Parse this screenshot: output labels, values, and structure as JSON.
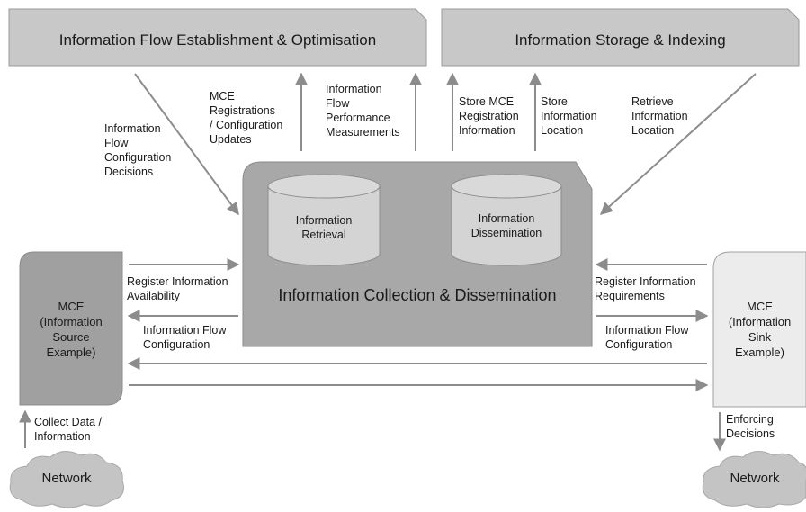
{
  "boxes": {
    "flow_establishment": "Information Flow Establishment & Optimisation",
    "storage_indexing": "Information Storage & Indexing",
    "collection_dissemination": "Information Collection & Dissemination"
  },
  "cylinders": {
    "retrieval": [
      "Information",
      "Retrieval"
    ],
    "dissemination": [
      "Information",
      "Dissemination"
    ]
  },
  "mce_source": [
    "MCE",
    "(Information",
    "Source",
    "Example)"
  ],
  "mce_sink": [
    "MCE",
    "(Information",
    "Sink",
    "Example)"
  ],
  "network": {
    "left": "Network",
    "right": "Network"
  },
  "arrow_labels": {
    "flow_config_decisions": [
      "Information",
      "Flow",
      "Configuration",
      "Decisions"
    ],
    "mce_registrations": [
      "MCE",
      "Registrations",
      "/ Configuration",
      "Updates"
    ],
    "flow_performance": [
      "Information",
      "Flow",
      "Performance",
      "Measurements"
    ],
    "store_mce_registration": [
      "Store MCE",
      "Registration",
      "Information"
    ],
    "store_information_location": [
      "Store",
      "Information",
      "Location"
    ],
    "retrieve_information_location": [
      "Retrieve",
      "Information",
      "Location"
    ],
    "register_availability": [
      "Register Information",
      "Availability"
    ],
    "flow_configuration_left": [
      "Information Flow",
      "Configuration"
    ],
    "register_requirements": [
      "Register Information",
      "Requirements"
    ],
    "flow_configuration_right": [
      "Information Flow",
      "Configuration"
    ],
    "collect_data": [
      "Collect Data /",
      "Information"
    ],
    "enforcing_decisions": [
      "Enforcing",
      "Decisions"
    ]
  },
  "colors": {
    "top_box": "#c8c8c8",
    "center_box": "#a8a8a8",
    "cylinder": "#d4d4d4",
    "mce_source": "#a0a0a0",
    "mce_sink": "#ececec",
    "cloud": "#c4c4c4",
    "arrow": "#8c8c8c",
    "border": "#8c8c8c"
  }
}
